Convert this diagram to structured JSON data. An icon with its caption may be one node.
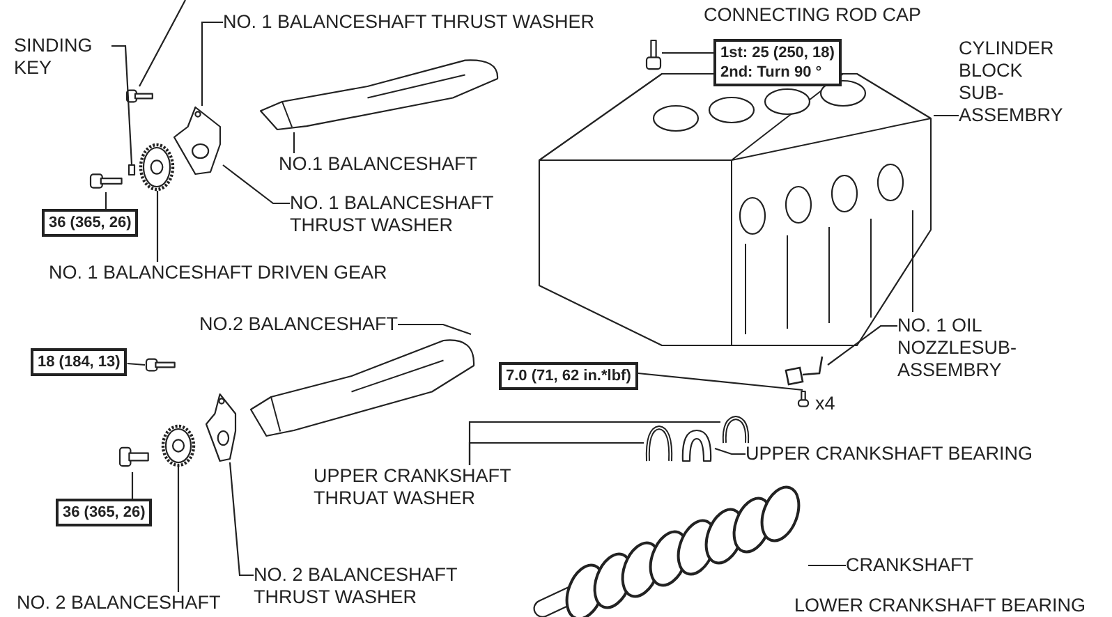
{
  "diagram": {
    "nodes": [
      {
        "text": [
          "NO. 1 BALANCESHAFT THRUST WASHER"
        ]
      },
      {
        "text": [
          "SINDING KEY"
        ]
      },
      {
        "text": [
          "NO.1 BALANCESHAFT"
        ]
      },
      {
        "text": [
          "NO. 1 BALANCESHAFT THRUST WASHER"
        ]
      },
      {
        "text": [
          "36 (365, 26)"
        ]
      },
      {
        "text": [
          "NO. 1 BALANCESHAFT DRIVEN GEAR"
        ]
      },
      {
        "text": [
          "1st: 25 (250, 18)",
          "2nd: Turn 90 °"
        ]
      },
      {
        "text": [
          "CYLINDER BLOCK SUB- ASSEMBRY"
        ]
      },
      {
        "text": [
          "NO.2 BALANCESHAFT"
        ]
      },
      {
        "text": [
          "18 (184, 13)"
        ]
      },
      {
        "text": [
          "7.0 (71, 62 in.*lbf)"
        ]
      },
      {
        "text": [
          "NO. 1 OIL NOZZLESUB- ASSEMBRY"
        ]
      },
      {
        "text": [
          "UPPER CRANKSHAFT THRUAT WASHER"
        ]
      },
      {
        "text": [
          "UPPER CRANKSHAFT BEARING"
        ]
      },
      {
        "text": [
          "36 (365, 26)"
        ]
      },
      {
        "text": [
          "CRANKSHAFT"
        ]
      },
      {
        "text": [
          "NO. 2 BALANCESHAFT THRUST WASHER"
        ]
      },
      {
        "text": [
          "NO. 2 BALANCESHAFT"
        ]
      },
      {
        "text": [],
        "shape": "picture"
      },
      {
        "text": [],
        "shape": "box"
      },
      {
        "text": [],
        "shape": "picture"
      },
      {
        "text": [],
        "shape": "picture"
      },
      {
        "text": [],
        "shape": "picture"
      },
      {
        "text": [],
        "shape": "picture"
      },
      {
        "text": [],
        "shape": "picture"
      },
      {
        "text": [],
        "shape": "picture"
      },
      {
        "text": [],
        "shape": "picture"
      },
      {
        "text": [],
        "shape": "picture"
      },
      {
        "text": [],
        "shape": "picture"
      },
      {
        "text": [],
        "shape": "picture"
      },
      {
        "text": [],
        "shape": "picture"
      },
      {
        "text": [],
        "shape": "picture"
      },
      {
        "text": [],
        "shape": "picture"
      },
      {
        "text": [],
        "shape": "picture"
      },
      {
        "text": [],
        "shape": "picture"
      },
      {
        "text": [],
        "shape": "picture"
      },
      {
        "text": [],
        "shape": "picture"
      }
    ],
    "edges": [
      {
        "from": 0,
        "to": 22,
        "arrow": "none"
      },
      {
        "from": 1,
        "to": 19,
        "arrow": "none"
      },
      {
        "from": 2,
        "to": 23,
        "arrow": "none"
      },
      {
        "from": 3,
        "to": 22,
        "arrow": "none"
      },
      {
        "from": 4,
        "to": 20,
        "arrow": "none"
      },
      {
        "from": 5,
        "to": 21,
        "arrow": "none"
      },
      {
        "from": 6,
        "to": 24,
        "arrow": "none"
      },
      {
        "from": 7,
        "to": 25,
        "arrow": "none"
      },
      {
        "from": 8,
        "to": 26,
        "arrow": "none"
      },
      {
        "from": 9,
        "to": 27,
        "arrow": "none"
      },
      {
        "from": 10,
        "to": 32,
        "arrow": "none"
      },
      {
        "from": 11,
        "to": 31,
        "arrow": "none"
      },
      {
        "from": 12,
        "to": 35,
        "arrow": "none"
      },
      {
        "from": 12,
        "to": 33,
        "arrow": "none"
      },
      {
        "from": 13,
        "to": 34,
        "arrow": "none"
      },
      {
        "from": 14,
        "to": 30,
        "arrow": "none"
      },
      {
        "from": 15,
        "to": 36,
        "arrow": "none"
      },
      {
        "from": 16,
        "to": 28,
        "arrow": "none"
      },
      {
        "from": 17,
        "to": 29,
        "arrow": "none"
      },
      {
        "from": null,
        "to": 18,
        "arrow": "none"
      }
    ],
    "labels": [
      "CONNECTING ROD CAP",
      "x4",
      "LOWER CRANKSHAFT BEARING"
    ]
  }
}
